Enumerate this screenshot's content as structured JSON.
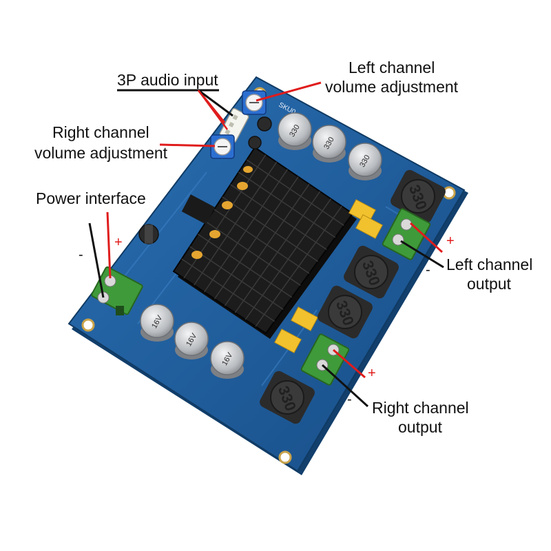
{
  "colors": {
    "pcb": "#1f5d9c",
    "pcb_dark": "#16497d",
    "heatsink": "#161616",
    "terminal": "#3f9a3a",
    "leader_red": "#e01c1c",
    "leader_black": "#111111",
    "capacitor": "#c7c9cc",
    "inductor": "#2b2b2b",
    "film_cap": "#f2c12e"
  },
  "labels": {
    "audio_input": "3P audio input",
    "left_volume_line1": "Left channel",
    "left_volume_line2": "volume adjustment",
    "right_volume_line1": "Right channel",
    "right_volume_line2": "volume adjustment",
    "power": "Power interface",
    "left_output_line1": "Left channel",
    "left_output_line2": "output",
    "right_output_line1": "Right channel",
    "right_output_line2": "output"
  },
  "signs": {
    "power_minus": "-",
    "power_plus": "+",
    "left_plus": "+",
    "left_minus": "-",
    "right_plus": "+",
    "right_minus": "-"
  },
  "board_text": {
    "silkscreen": "SKU0",
    "cap_top_1": "330",
    "cap_top_2": "330",
    "cap_top_3": "330",
    "cap_bottom_1": "16V",
    "cap_bottom_2": "16V",
    "cap_bottom_3": "16V",
    "inductor_1": "330",
    "inductor_2": "330",
    "inductor_3": "330",
    "inductor_4": "330"
  },
  "icons": {
    "potentiometer": "potentiometer-icon",
    "screw_terminal": "screw-terminal-icon"
  }
}
